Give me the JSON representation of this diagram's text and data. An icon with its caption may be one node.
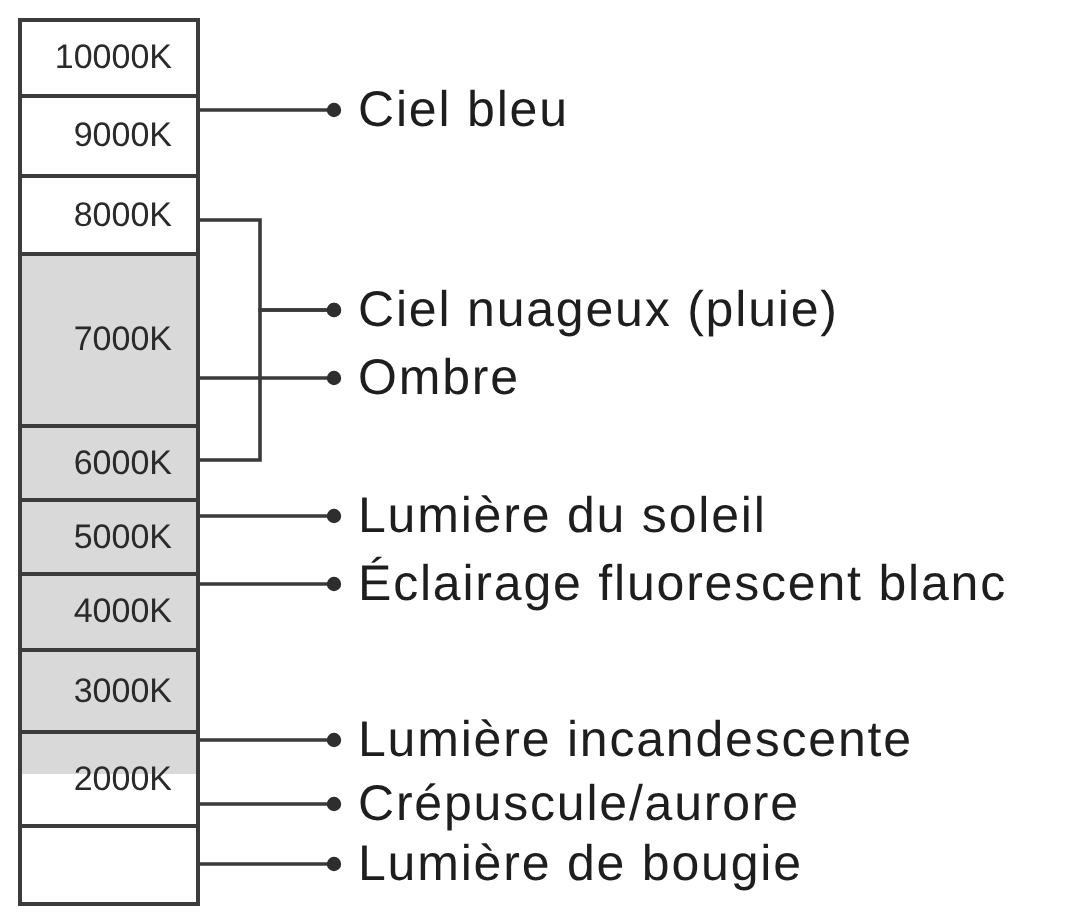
{
  "diagram": {
    "nodes": [
      {
        "text": [
          "10000K"
        ]
      },
      {
        "text": [
          "9000K"
        ]
      },
      {
        "text": [
          "8000K"
        ]
      },
      {
        "text": [
          "7000K"
        ]
      },
      {
        "text": [
          "6000K"
        ]
      },
      {
        "text": [
          "5000K"
        ]
      },
      {
        "text": [
          "4000K"
        ]
      },
      {
        "text": [
          "3000K"
        ]
      },
      {
        "text": [
          "2000K"
        ]
      },
      {
        "text": [],
        "shape": "box"
      },
      {
        "text": [
          "Ciel bleu"
        ]
      },
      {
        "text": [
          "Ciel nuageux (pluie)"
        ]
      },
      {
        "text": [
          "Ombre"
        ]
      },
      {
        "text": [
          "Lumière du soleil"
        ]
      },
      {
        "text": [
          "Éclairage fluorescent blanc"
        ]
      },
      {
        "text": [
          "Lumière incandescente"
        ]
      },
      {
        "text": [
          "Crépuscule/aurore"
        ]
      },
      {
        "text": [
          "Lumière de bougie"
        ]
      }
    ],
    "edges": [
      {
        "from": 10,
        "to": 1,
        "arrow": "other"
      },
      {
        "from": 11,
        "to": 2,
        "arrow": "other"
      },
      {
        "from": 11,
        "to": 4,
        "arrow": "other"
      },
      {
        "from": 12,
        "to": 3,
        "arrow": "other"
      },
      {
        "from": 13,
        "to": 5,
        "arrow": "other"
      },
      {
        "from": 14,
        "to": 6,
        "arrow": "other"
      },
      {
        "from": 15,
        "to": 8,
        "arrow": "other"
      },
      {
        "from": 16,
        "to": 8,
        "arrow": "other"
      },
      {
        "from": 17,
        "to": 9,
        "arrow": "other"
      }
    ]
  }
}
